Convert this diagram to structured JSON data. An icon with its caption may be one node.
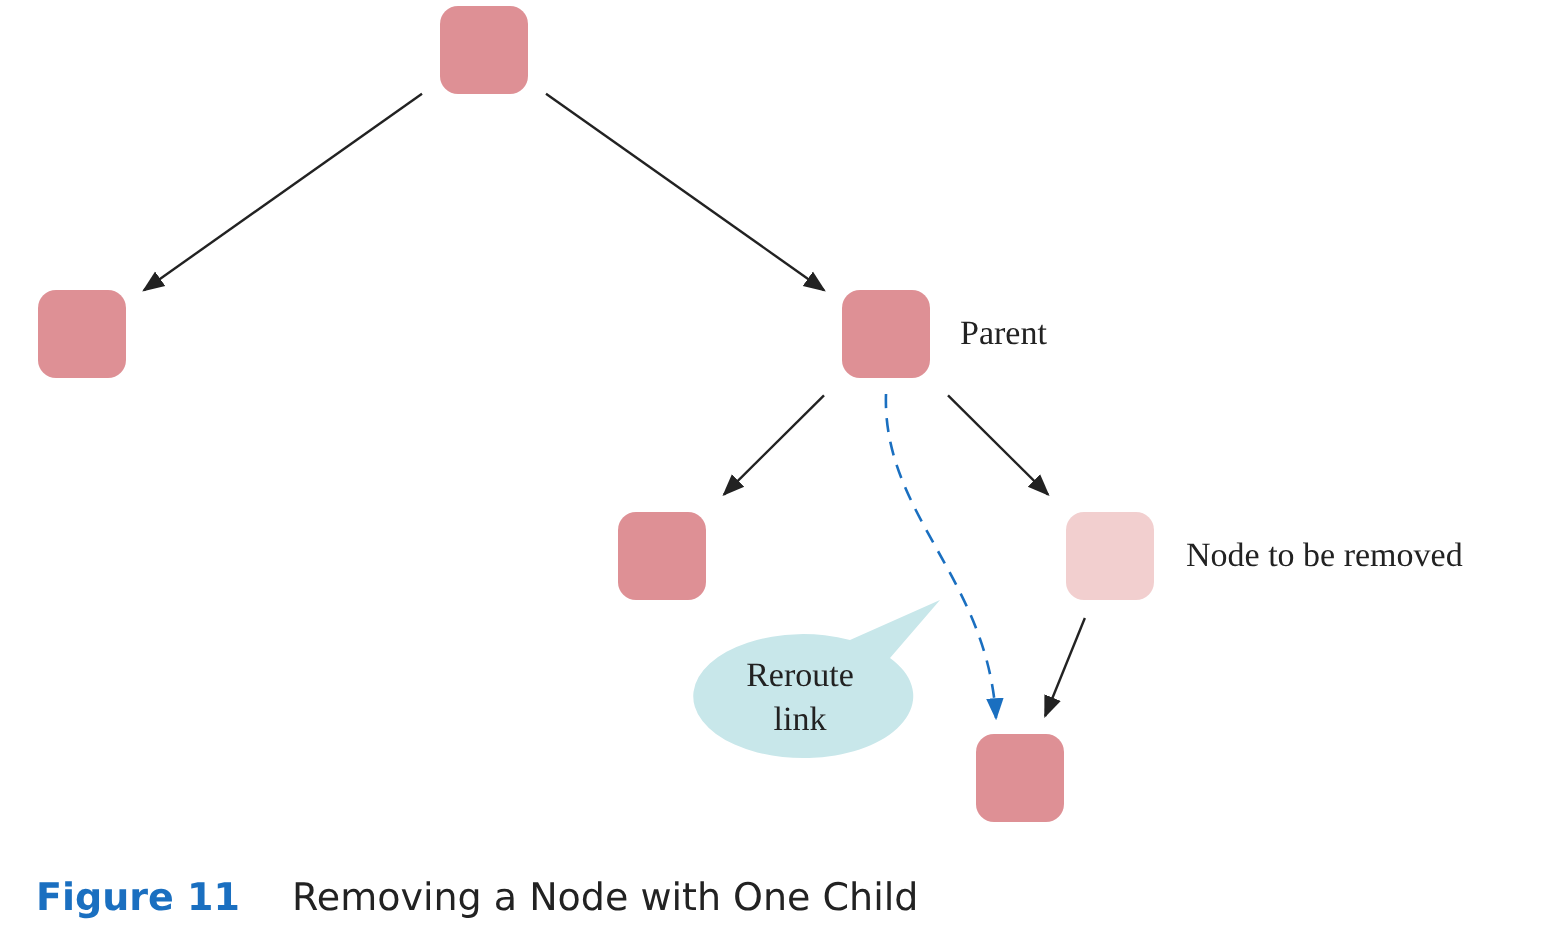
{
  "diagram": {
    "caption": "**Figure 11**   Removing a Node with One Child",
    "nodes": [
      {
        "text": [],
        "shape": "box"
      },
      {
        "text": [],
        "shape": "box"
      },
      {
        "text": [],
        "shape": "box",
        "beside": [
          "Parent"
        ]
      },
      {
        "text": [],
        "shape": "box"
      },
      {
        "text": [],
        "shape": "box",
        "beside": [
          "Node to be removed"
        ]
      },
      {
        "text": [],
        "shape": "box"
      },
      {
        "text": [
          "Reroute link"
        ]
      }
    ],
    "edges": [
      {
        "from": 0,
        "to": 1,
        "arrow": "to"
      },
      {
        "from": 0,
        "to": 2,
        "arrow": "to"
      },
      {
        "from": 2,
        "to": 3,
        "arrow": "to"
      },
      {
        "from": 2,
        "to": 4,
        "arrow": "to"
      },
      {
        "from": 4,
        "to": 5,
        "arrow": "to"
      },
      {
        "from": 2,
        "to": 5,
        "arrow": "to",
        "style": "dashed",
        "color": "#1a6fc0"
      }
    ]
  }
}
